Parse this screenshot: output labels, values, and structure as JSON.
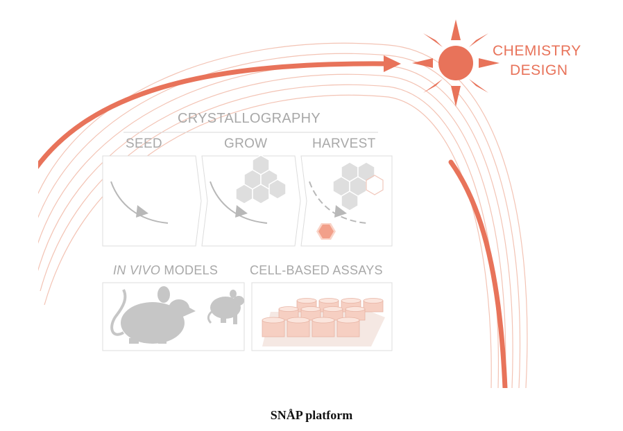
{
  "labels": {
    "chemistry_line1": "CHEMISTRY",
    "chemistry_line2": "DESIGN",
    "crystallography": "CRYSTALLOGRAPHY",
    "seed": "SEED",
    "grow": "GROW",
    "harvest": "HARVEST",
    "in_vivo_italic": "IN VIVO",
    "models": " MODELS",
    "cell_based_assays": "CELL-BASED ASSAYS"
  },
  "caption": "SNÅP platform",
  "colors": {
    "accent": "#e8735a",
    "gray": "#a8a8a8",
    "panel_border": "#dcdcdc"
  },
  "icons": [
    "sun-icon",
    "mouse-icon",
    "hexagon-crystal-icon",
    "well-plate-icon"
  ]
}
